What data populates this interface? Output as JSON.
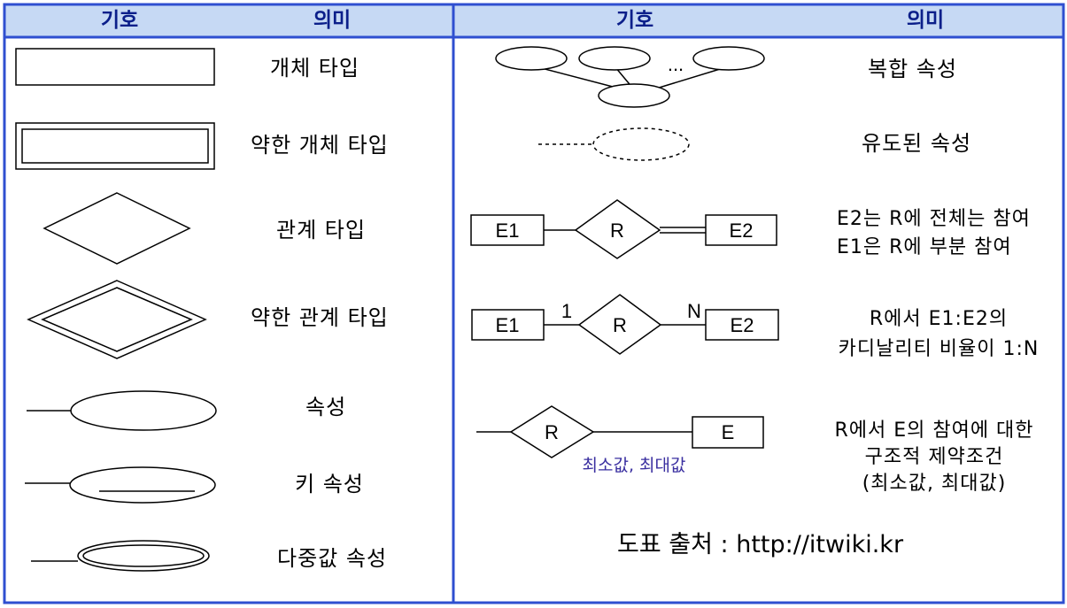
{
  "headers": {
    "left_symbol": "기호",
    "left_meaning": "의미",
    "right_symbol": "기호",
    "right_meaning": "의미"
  },
  "colors": {
    "header_fill": "#c6d9f4",
    "border": "#2f4fd0",
    "header_text": "#0b1f8a",
    "note_text": "#3a2fa0"
  },
  "left_rows": [
    {
      "meaning": "개체 타입"
    },
    {
      "meaning": "약한 개체 타입"
    },
    {
      "meaning": "관계 타입"
    },
    {
      "meaning": "약한 관계 타입"
    },
    {
      "meaning": "속성"
    },
    {
      "meaning": "키 속성"
    },
    {
      "meaning": "다중값 속성"
    }
  ],
  "right_rows": {
    "composite": {
      "meaning": "복합 속성",
      "ellipsis": "..."
    },
    "derived": {
      "meaning": "유도된 속성"
    },
    "participation": {
      "e1": "E1",
      "r": "R",
      "e2": "E2",
      "meaning_line1": "E2는 R에 전체는 참여",
      "meaning_line2": "E1은 R에 부분 참여"
    },
    "cardinality": {
      "e1": "E1",
      "r": "R",
      "e2": "E2",
      "one": "1",
      "n": "N",
      "meaning_line1": "R에서 E1:E2의",
      "meaning_line2": "카디날리티 비율이 1:N"
    },
    "structural": {
      "r": "R",
      "e": "E",
      "note": "최소값, 최대값",
      "meaning_line1": "R에서 E의 참여에 대한",
      "meaning_line2": "구조적 제약조건",
      "meaning_line3": "(최소값, 최대값)"
    }
  },
  "source": "도표 출처 : http://itwiki.kr"
}
